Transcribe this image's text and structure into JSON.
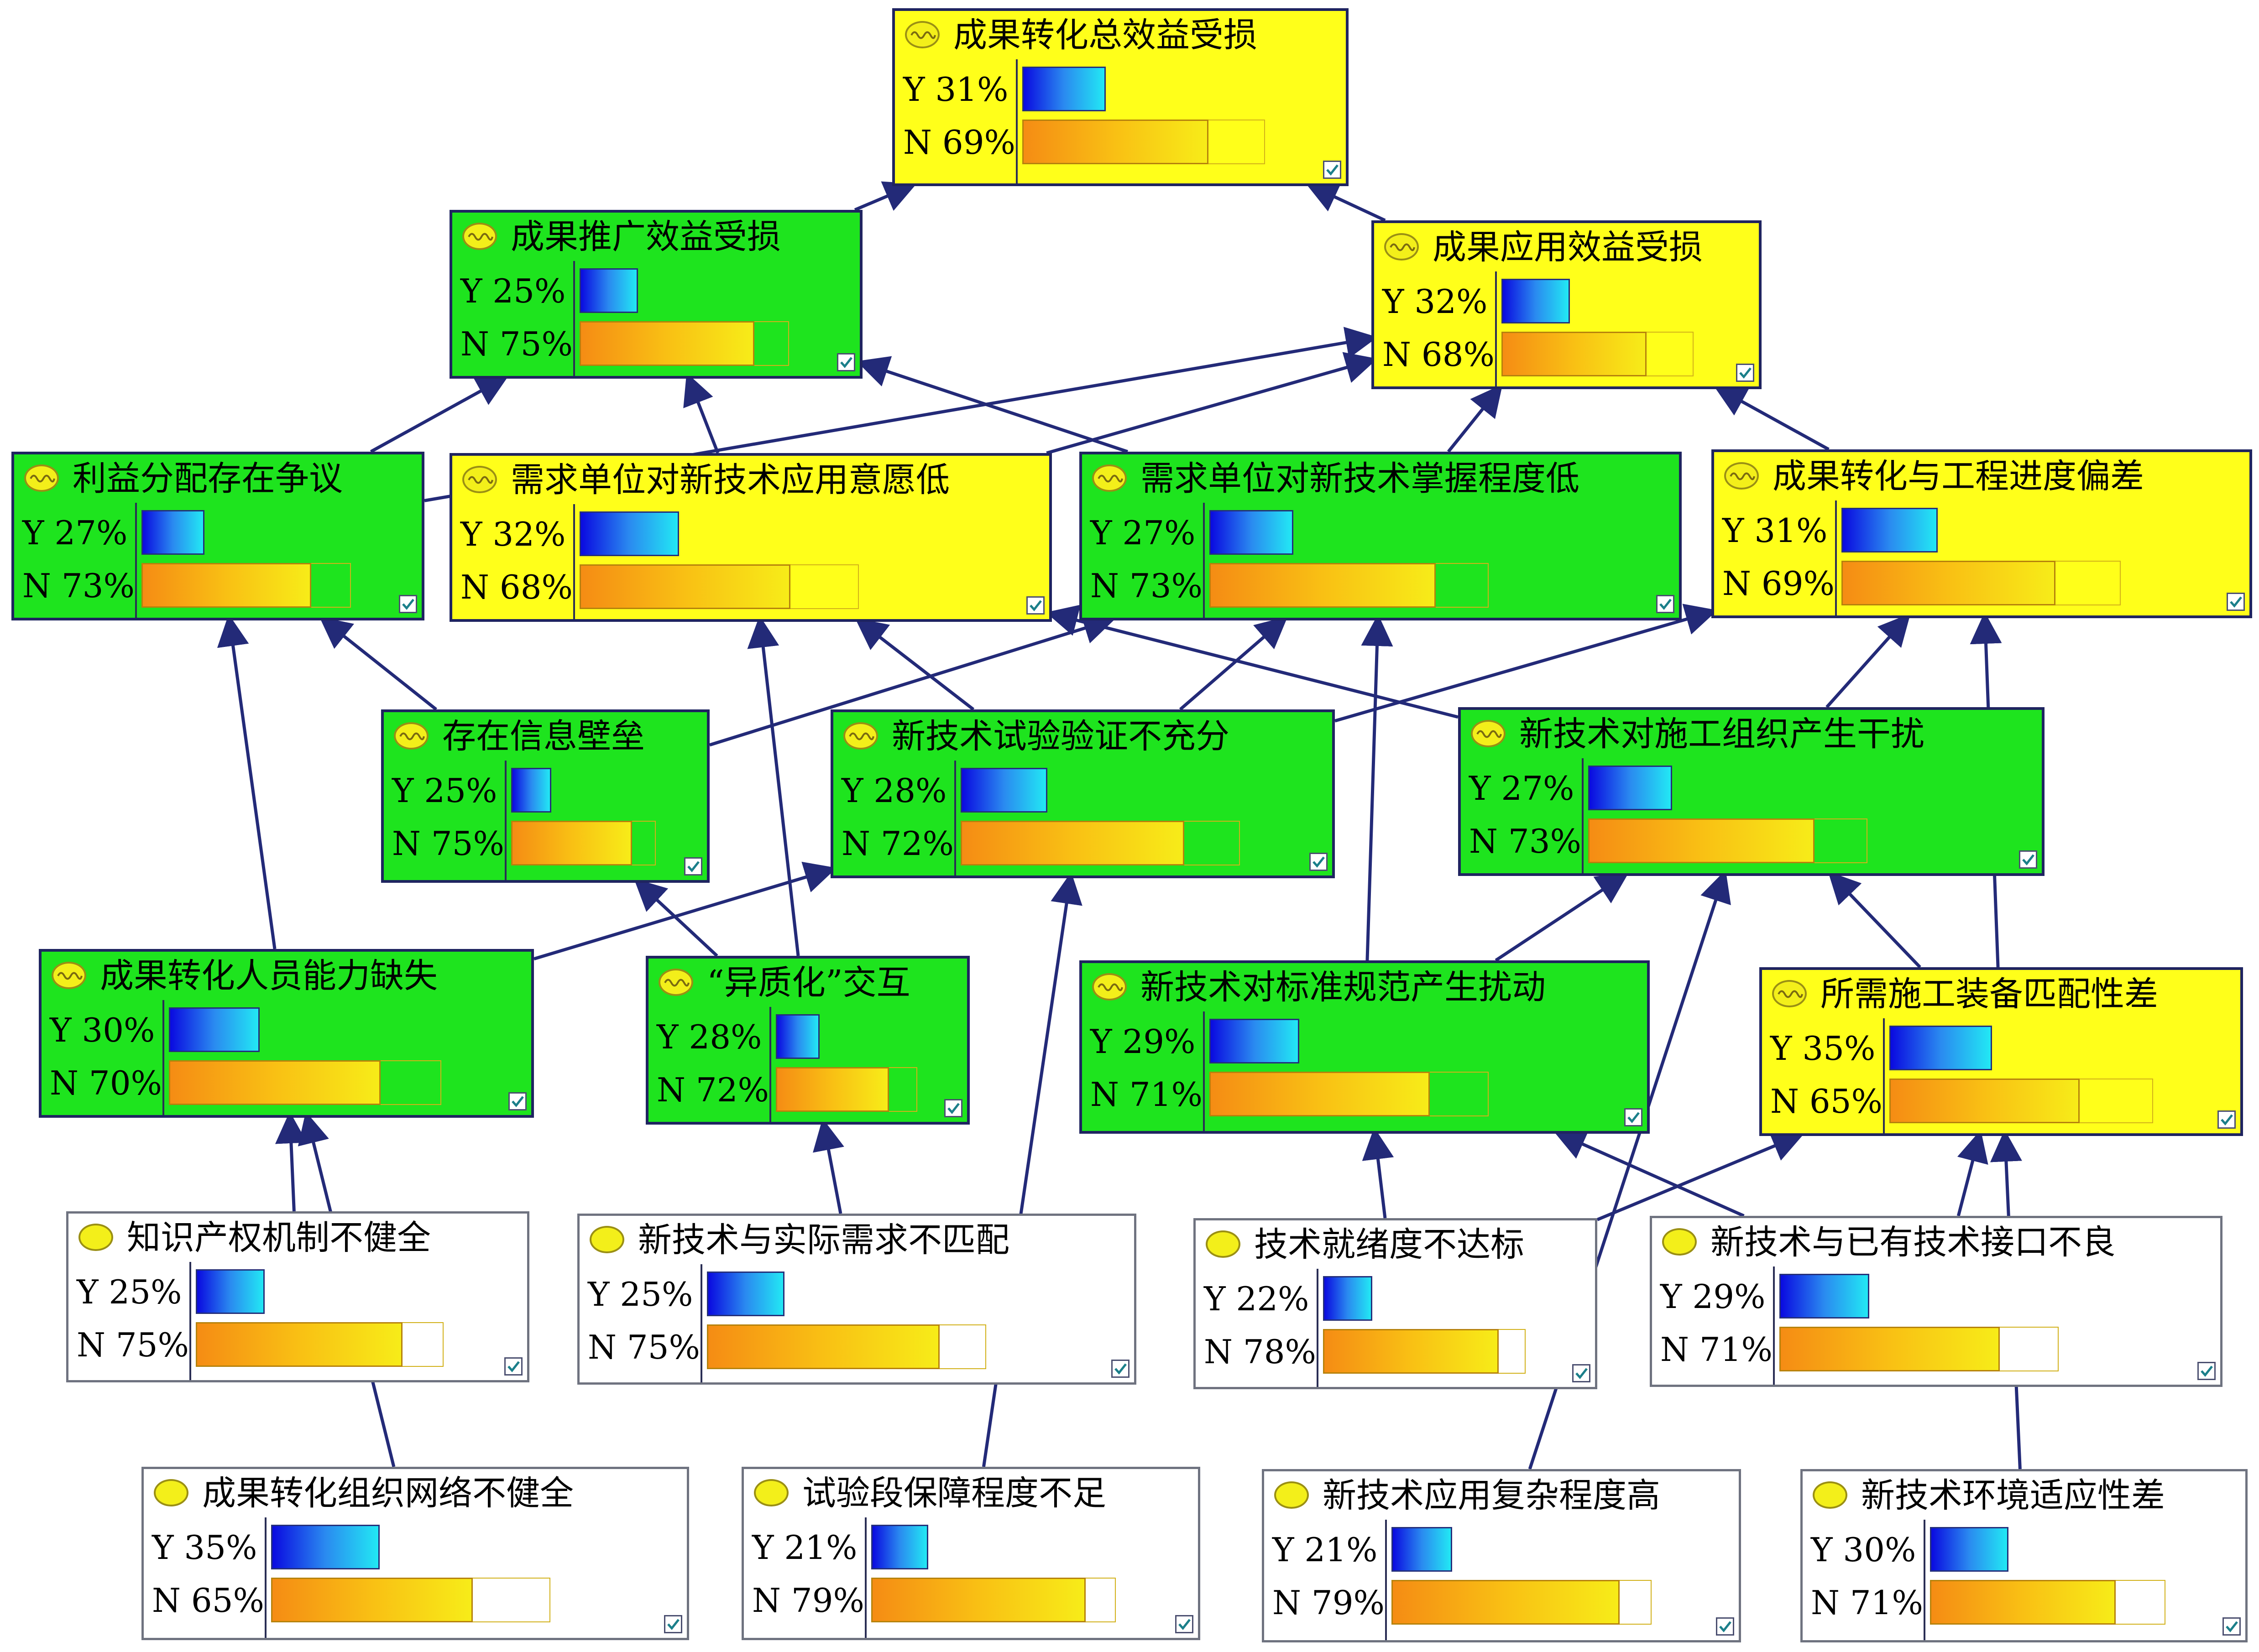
{
  "nodes": [
    {
      "id": "total",
      "label": "成果转化总效益受损",
      "color": "yellow",
      "y": "Y 31%",
      "n": "N 69%",
      "yv": 0.31,
      "nv": 0.69
    },
    {
      "id": "promo",
      "label": "成果推广效益受损",
      "color": "green",
      "y": "Y 25%",
      "n": "N 75%",
      "yv": 0.25,
      "nv": 0.75
    },
    {
      "id": "apply",
      "label": "成果应用效益受损",
      "color": "yellow",
      "y": "Y 32%",
      "n": "N 68%",
      "yv": 0.32,
      "nv": 0.68
    },
    {
      "id": "benefit",
      "label": "利益分配存在争议",
      "color": "green",
      "y": "Y 27%",
      "n": "N 73%",
      "yv": 0.27,
      "nv": 0.73
    },
    {
      "id": "willing",
      "label": "需求单位对新技术应用意愿低",
      "color": "yellow",
      "y": "Y 32%",
      "n": "N 68%",
      "yv": 0.32,
      "nv": 0.68
    },
    {
      "id": "mastery",
      "label": "需求单位对新技术掌握程度低",
      "color": "green",
      "y": "Y 27%",
      "n": "N 73%",
      "yv": 0.27,
      "nv": 0.73
    },
    {
      "id": "schedule",
      "label": "成果转化与工程进度偏差",
      "color": "yellow",
      "y": "Y 31%",
      "n": "N 69%",
      "yv": 0.31,
      "nv": 0.69
    },
    {
      "id": "barrier",
      "label": "存在信息壁垒",
      "color": "green",
      "y": "Y 25%",
      "n": "N 75%",
      "yv": 0.25,
      "nv": 0.75
    },
    {
      "id": "trial",
      "label": "新技术试验验证不充分",
      "color": "green",
      "y": "Y 28%",
      "n": "N 72%",
      "yv": 0.28,
      "nv": 0.72
    },
    {
      "id": "interfere",
      "label": "新技术对施工组织产生干扰",
      "color": "green",
      "y": "Y 27%",
      "n": "N 73%",
      "yv": 0.27,
      "nv": 0.73
    },
    {
      "id": "ability",
      "label": "成果转化人员能力缺失",
      "color": "green",
      "y": "Y 30%",
      "n": "N 70%",
      "yv": 0.3,
      "nv": 0.7
    },
    {
      "id": "hetero",
      "label": "“异质化”交互",
      "color": "green",
      "y": "Y 28%",
      "n": "N 72%",
      "yv": 0.28,
      "nv": 0.72
    },
    {
      "id": "standard",
      "label": "新技术对标准规范产生扰动",
      "color": "green",
      "y": "Y 29%",
      "n": "N 71%",
      "yv": 0.29,
      "nv": 0.71
    },
    {
      "id": "equip",
      "label": "所需施工装备匹配性差",
      "color": "yellow",
      "y": "Y 35%",
      "n": "N 65%",
      "yv": 0.35,
      "nv": 0.65
    },
    {
      "id": "ip",
      "label": "知识产权机制不健全",
      "color": "white",
      "y": "Y 25%",
      "n": "N 75%",
      "yv": 0.25,
      "nv": 0.75
    },
    {
      "id": "mismatch",
      "label": "新技术与实际需求不匹配",
      "color": "white",
      "y": "Y 25%",
      "n": "N 75%",
      "yv": 0.25,
      "nv": 0.75
    },
    {
      "id": "readiness",
      "label": "技术就绪度不达标",
      "color": "white",
      "y": "Y 22%",
      "n": "N 78%",
      "yv": 0.22,
      "nv": 0.78
    },
    {
      "id": "interface",
      "label": "新技术与已有技术接口不良",
      "color": "white",
      "y": "Y 29%",
      "n": "N 71%",
      "yv": 0.29,
      "nv": 0.71
    },
    {
      "id": "network",
      "label": "成果转化组织网络不健全",
      "color": "white",
      "y": "Y 35%",
      "n": "N 65%",
      "yv": 0.35,
      "nv": 0.65
    },
    {
      "id": "guarantee",
      "label": "试验段保障程度不足",
      "color": "white",
      "y": "Y 21%",
      "n": "N 79%",
      "yv": 0.21,
      "nv": 0.79
    },
    {
      "id": "complex",
      "label": "新技术应用复杂程度高",
      "color": "white",
      "y": "Y 21%",
      "n": "N 79%",
      "yv": 0.21,
      "nv": 0.79
    },
    {
      "id": "envadapt",
      "label": "新技术环境适应性差",
      "color": "white",
      "y": "Y 30%",
      "n": "N 71%",
      "yv": 0.3,
      "nv": 0.71
    }
  ],
  "edges": [
    [
      "promo",
      "total"
    ],
    [
      "apply",
      "total"
    ],
    [
      "benefit",
      "promo"
    ],
    [
      "willing",
      "promo"
    ],
    [
      "mastery",
      "promo"
    ],
    [
      "benefit",
      "apply"
    ],
    [
      "willing",
      "apply"
    ],
    [
      "mastery",
      "apply"
    ],
    [
      "schedule",
      "apply"
    ],
    [
      "barrier",
      "benefit"
    ],
    [
      "ability",
      "benefit"
    ],
    [
      "trial",
      "willing"
    ],
    [
      "hetero",
      "willing"
    ],
    [
      "barrier",
      "mastery"
    ],
    [
      "trial",
      "mastery"
    ],
    [
      "standard",
      "mastery"
    ],
    [
      "interfere",
      "willing"
    ],
    [
      "trial",
      "schedule"
    ],
    [
      "interfere",
      "schedule"
    ],
    [
      "equip",
      "schedule"
    ],
    [
      "hetero",
      "barrier"
    ],
    [
      "ability",
      "trial"
    ],
    [
      "standard",
      "interfere"
    ],
    [
      "equip",
      "interfere"
    ],
    [
      "ip",
      "ability"
    ],
    [
      "mismatch",
      "hetero"
    ],
    [
      "readiness",
      "standard"
    ],
    [
      "interface",
      "standard"
    ],
    [
      "interface",
      "equip"
    ],
    [
      "envadapt",
      "equip"
    ],
    [
      "readiness",
      "equip"
    ],
    [
      "guarantee",
      "trial"
    ],
    [
      "complex",
      "interfere"
    ],
    [
      "network",
      "ability"
    ]
  ]
}
